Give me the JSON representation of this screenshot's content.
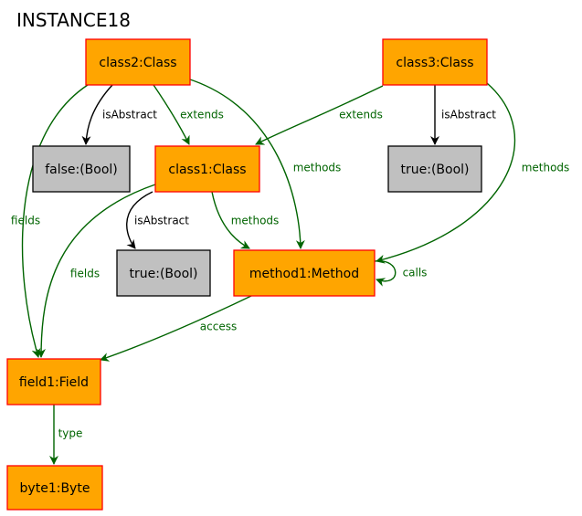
{
  "title": "INSTANCE18",
  "colors": {
    "object_fill": "#ffa500",
    "object_stroke": "#ff0000",
    "value_fill": "#c0c0c0",
    "value_stroke": "#000000",
    "link_green": "#006400",
    "link_black": "#000000"
  },
  "nodes": [
    {
      "id": "class2",
      "label": "class2:Class",
      "kind": "object"
    },
    {
      "id": "class3",
      "label": "class3:Class",
      "kind": "object"
    },
    {
      "id": "false1",
      "label": "false:(Bool)",
      "kind": "value"
    },
    {
      "id": "class1",
      "label": "class1:Class",
      "kind": "object"
    },
    {
      "id": "true2",
      "label": "true:(Bool)",
      "kind": "value"
    },
    {
      "id": "true1",
      "label": "true:(Bool)",
      "kind": "value"
    },
    {
      "id": "method1",
      "label": "method1:Method",
      "kind": "object"
    },
    {
      "id": "field1",
      "label": "field1:Field",
      "kind": "object"
    },
    {
      "id": "byte1",
      "label": "byte1:Byte",
      "kind": "object"
    }
  ],
  "edges": [
    {
      "id": "e1",
      "from": "class2",
      "to": "false1",
      "label": "isAbstract",
      "color": "black"
    },
    {
      "id": "e2",
      "from": "class2",
      "to": "class1",
      "label": "extends",
      "color": "green"
    },
    {
      "id": "e3",
      "from": "class2",
      "to": "method1",
      "label": "methods",
      "color": "green"
    },
    {
      "id": "e4",
      "from": "class2",
      "to": "field1",
      "label": "fields",
      "color": "green"
    },
    {
      "id": "e5",
      "from": "class3",
      "to": "class1",
      "label": "extends",
      "color": "green"
    },
    {
      "id": "e6",
      "from": "class3",
      "to": "true2",
      "label": "isAbstract",
      "color": "black"
    },
    {
      "id": "e7",
      "from": "class3",
      "to": "method1",
      "label": "methods",
      "color": "green"
    },
    {
      "id": "e8",
      "from": "class1",
      "to": "true1",
      "label": "isAbstract",
      "color": "black"
    },
    {
      "id": "e9",
      "from": "class1",
      "to": "method1",
      "label": "methods",
      "color": "green"
    },
    {
      "id": "e10",
      "from": "class1",
      "to": "field1",
      "label": "fields",
      "color": "green"
    },
    {
      "id": "e11",
      "from": "method1",
      "to": "method1",
      "label": "calls",
      "color": "green"
    },
    {
      "id": "e12",
      "from": "method1",
      "to": "field1",
      "label": "access",
      "color": "green"
    },
    {
      "id": "e13",
      "from": "field1",
      "to": "byte1",
      "label": "type",
      "color": "green"
    }
  ]
}
